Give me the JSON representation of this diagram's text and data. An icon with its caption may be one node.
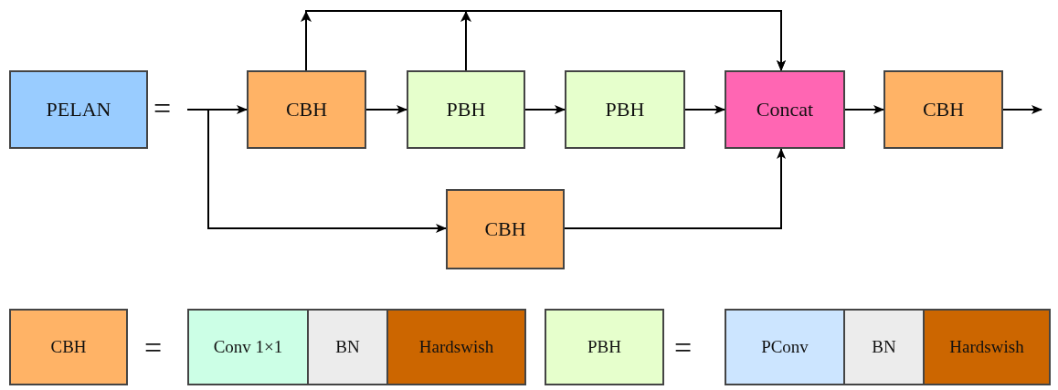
{
  "diagram": {
    "nodes": [
      {
        "text": [
          "PELAN"
        ]
      },
      {
        "text": [
          "CBH"
        ]
      },
      {
        "text": [
          "PBH"
        ]
      },
      {
        "text": [
          "PBH"
        ]
      },
      {
        "text": [
          "Concat"
        ]
      },
      {
        "text": [
          "CBH"
        ]
      },
      {
        "text": [
          "CBH"
        ]
      },
      {
        "text": [
          "CBH"
        ]
      },
      {
        "text": [
          "Conv 1×1"
        ]
      },
      {
        "text": [
          "BN"
        ]
      },
      {
        "text": [
          "Hardswish"
        ]
      },
      {
        "text": [
          "PBH"
        ]
      },
      {
        "text": [
          "PConv"
        ]
      },
      {
        "text": [
          "BN"
        ]
      },
      {
        "text": [
          "Hardswish"
        ]
      }
    ],
    "edges": [
      {
        "from": null,
        "to": 1,
        "arrow": "to"
      },
      {
        "from": null,
        "to": 6,
        "arrow": "to"
      },
      {
        "from": 1,
        "to": 2,
        "arrow": "to"
      },
      {
        "from": 2,
        "to": 3,
        "arrow": "to"
      },
      {
        "from": 3,
        "to": 4,
        "arrow": "to"
      },
      {
        "from": 4,
        "to": 5,
        "arrow": "to"
      },
      {
        "from": 5,
        "to": null,
        "arrow": "to"
      },
      {
        "from": 1,
        "to": 4,
        "arrow": "to"
      },
      {
        "from": 2,
        "to": 4,
        "arrow": "to"
      },
      {
        "from": 6,
        "to": 4,
        "arrow": "to"
      }
    ],
    "labels": [
      "=",
      "=",
      "="
    ]
  }
}
